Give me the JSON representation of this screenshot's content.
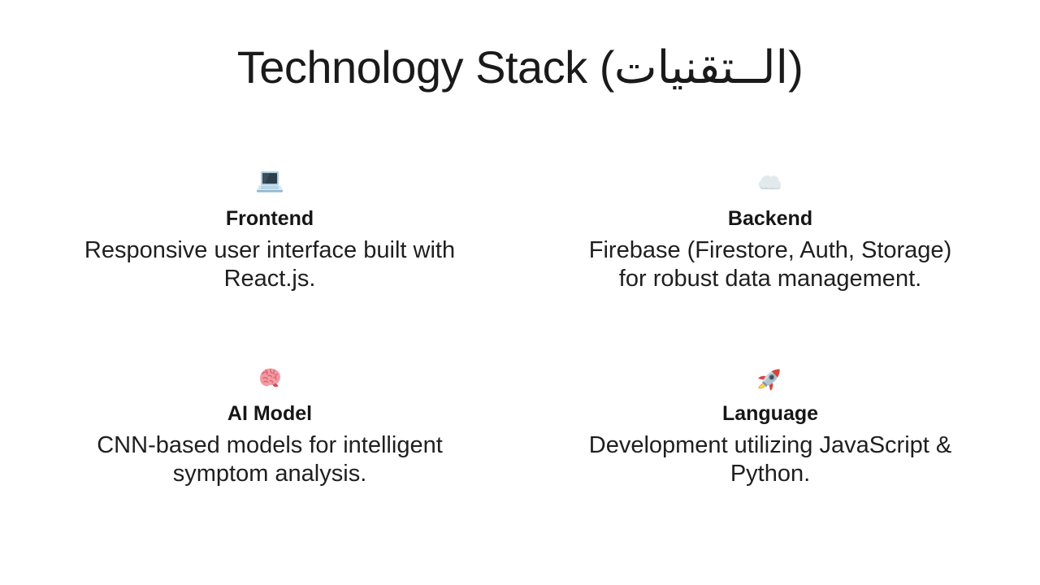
{
  "slide": {
    "title": "Technology Stack (الــتقنيات)"
  },
  "colors": {
    "background": "#ffffff",
    "text": "#1a1a1a",
    "laptop_frame": "#aecde0",
    "laptop_screen": "#2e3f4a",
    "cloud_fill": "#e3eaee",
    "brain_pink": "#f29ba4",
    "rocket_red": "#d8453a",
    "flame_yellow": "#ffd84d"
  },
  "cards": [
    {
      "icon": "laptop-icon",
      "emoji": "💻",
      "heading": "Frontend",
      "description": "Responsive user interface built with\nReact.js."
    },
    {
      "icon": "cloud-icon",
      "emoji": "☁️",
      "heading": "Backend",
      "description": "Firebase (Firestore, Auth, Storage)\nfor robust data management."
    },
    {
      "icon": "brain-icon",
      "emoji": "🧠",
      "heading": "AI Model",
      "description": "CNN-based models for intelligent\nsymptom analysis."
    },
    {
      "icon": "rocket-icon",
      "emoji": "🚀",
      "heading": "Language",
      "description": "Development utilizing JavaScript &\nPython."
    }
  ]
}
